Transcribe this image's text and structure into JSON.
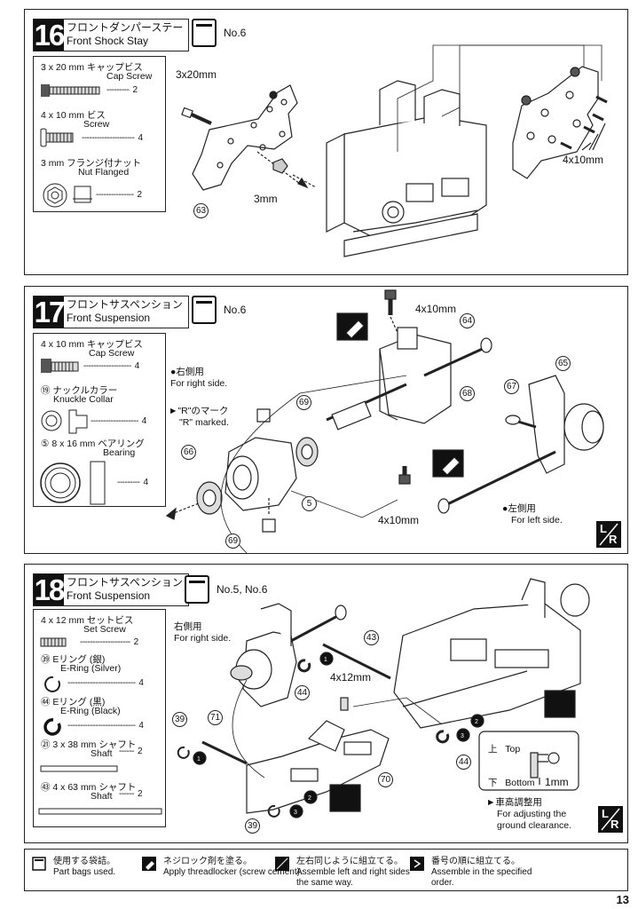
{
  "page_number": "13",
  "steps": [
    {
      "number": "16",
      "title_jp": "フロントダンパーステー",
      "title_en": "Front Shock Stay",
      "bag": "No.6",
      "parts": [
        {
          "jp": "3 x  20 mm キャップビス",
          "en": "Cap Screw",
          "qty": "2"
        },
        {
          "jp": "4 x 10 mm ビス",
          "en": "Screw",
          "qty": "4"
        },
        {
          "jp": "3 mm フランジ付ナット",
          "en": "Nut Flanged",
          "qty": "2"
        }
      ],
      "callouts": {
        "screw_a": "3x20mm",
        "nut": "3mm",
        "screw_b": "4x10mm",
        "part_ref": "63"
      }
    },
    {
      "number": "17",
      "title_jp": "フロントサスペンション",
      "title_en": "Front Suspension",
      "bag": "No.6",
      "parts": [
        {
          "jp": "4 x 10 mm キャップビス",
          "en": "Cap Screw",
          "qty": "4"
        },
        {
          "jp": "⑲ ナックルカラー",
          "en": "Knuckle Collar",
          "qty": "4"
        },
        {
          "jp": "⑤ 8 x 16 mm ベアリング",
          "en": "Bearing",
          "qty": "4"
        }
      ],
      "notes": {
        "right_jp": "●右側用",
        "right_en": "For right side.",
        "mark_jp": "►\"R\"のマーク",
        "mark_en": "\"R\" marked.",
        "left_jp": "●左側用",
        "left_en": "For left side."
      },
      "callouts": {
        "screw_top": "4x10mm",
        "screw_bottom": "4x10mm",
        "p64": "64",
        "p65": "65",
        "p66": "66",
        "p67": "67",
        "p68": "68",
        "p69a": "69",
        "p69b": "69",
        "p5": "5"
      },
      "lr_badge": [
        "L",
        "R"
      ]
    },
    {
      "number": "18",
      "title_jp": "フロントサスペンション",
      "title_en": "Front Suspension",
      "bag": "No.5, No.6",
      "parts": [
        {
          "jp": "4 x 12 mm セットビス",
          "en": "Set Screw",
          "qty": "2"
        },
        {
          "jp": "㊴ Eリング (銀)",
          "en": "E-Ring (Silver)",
          "qty": "4"
        },
        {
          "jp": "㊹ Eリング (黒)",
          "en": "E-Ring (Black)",
          "qty": "4"
        },
        {
          "jp": "㉑ 3 x 38 mm シャフト",
          "en": "Shaft",
          "qty": "2"
        },
        {
          "jp": "㊸ 4 x 63 mm シャフト",
          "en": "Shaft",
          "qty": "2"
        }
      ],
      "notes": {
        "right_jp": "右側用",
        "right_en": "For right side.",
        "top_jp": "上",
        "top_en": "Top",
        "bottom_jp": "下",
        "bottom_en": "Bottom",
        "gap": "1mm",
        "adjust_jp": "►車高調整用",
        "adjust_en1": "For adjusting the",
        "adjust_en2": "ground clearance."
      },
      "callouts": {
        "set_screw": "4x12mm",
        "p39a": "39",
        "p39b": "39",
        "p43": "43",
        "p44a": "44",
        "p44b": "44",
        "p70": "70",
        "p71": "71",
        "s1": "1",
        "s2": "2",
        "s3": "3"
      },
      "lr_badge": [
        "L",
        "R"
      ]
    }
  ],
  "legend": [
    {
      "icon": "bag-icon",
      "jp": "使用する袋詰。",
      "en": "Part bags used."
    },
    {
      "icon": "threadlocker-icon",
      "jp": "ネジロック剤を塗る。",
      "en": "Apply threadlocker (screw cement)."
    },
    {
      "icon": "left-right-icon",
      "jp": "左右同じように組立てる。",
      "en1": "Assemble left and right sides",
      "en2": "the same way."
    },
    {
      "icon": "order-icon",
      "jp": "番号の順に組立てる。",
      "en1": "Assemble in the specified",
      "en2": "order."
    }
  ]
}
